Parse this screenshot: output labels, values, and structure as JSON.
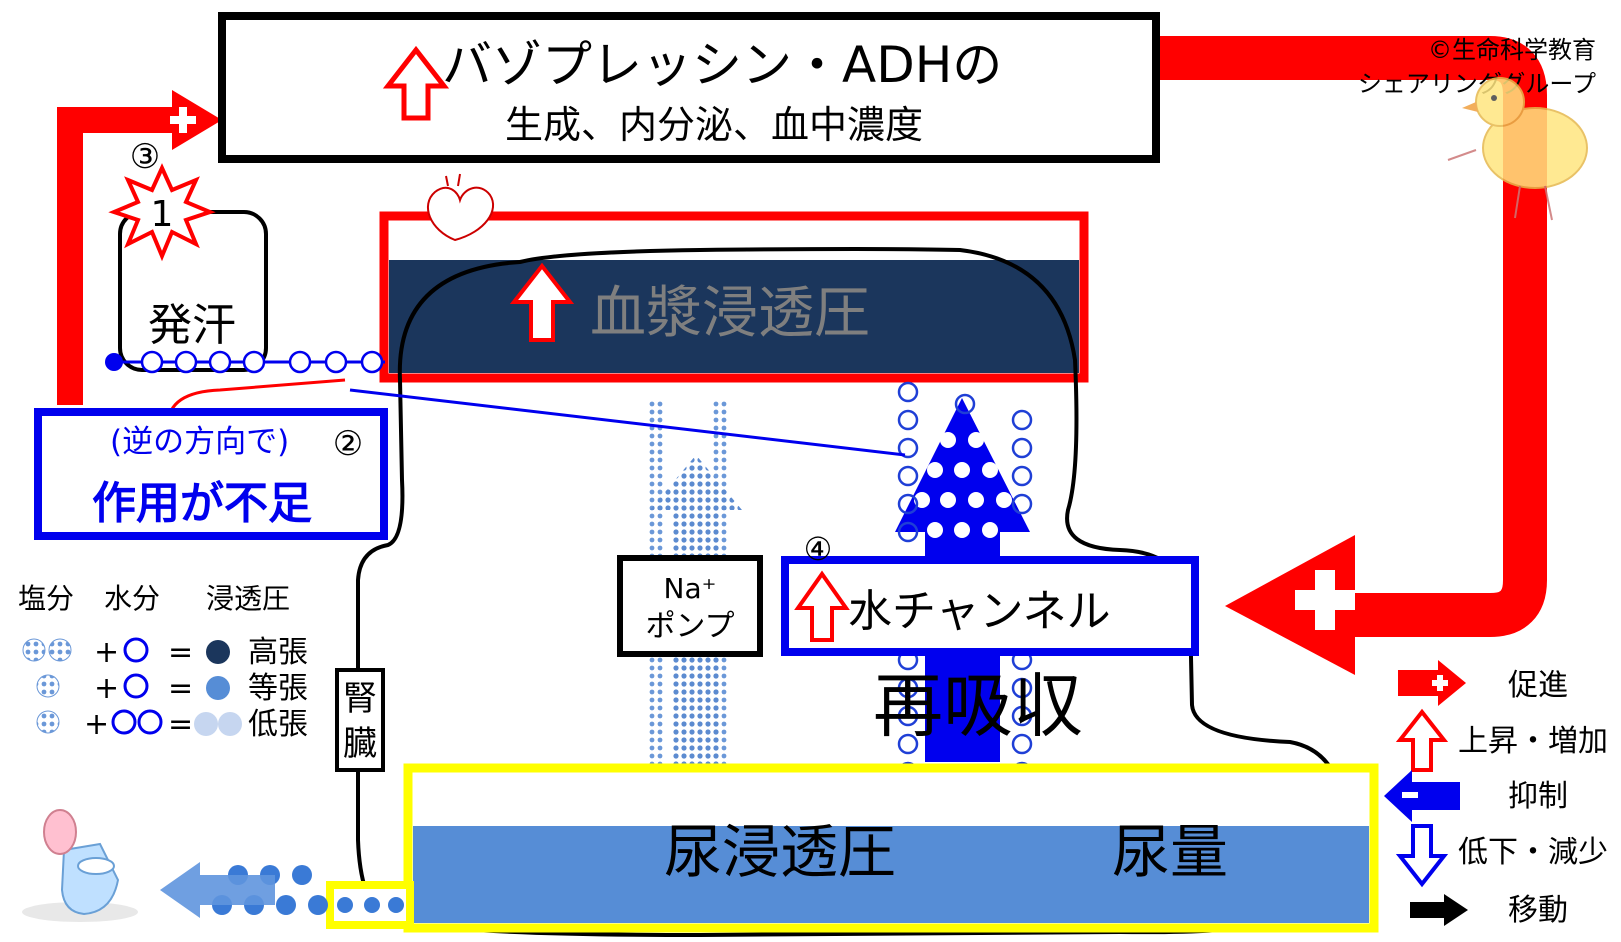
{
  "header": {
    "title": "バゾプレッシン・ADHの",
    "subtitle": "生成、内分泌、血中濃度"
  },
  "copyright": {
    "line1": "©生命科学教育",
    "line2": "シェアリンググループ"
  },
  "markers": {
    "step1": "1",
    "step2": "②",
    "step3": "③",
    "step4": "④"
  },
  "sweat": {
    "label": "発汗"
  },
  "insufficient": {
    "reverse": "(逆の方向で)",
    "label": "作用が不足"
  },
  "plasma": {
    "label": "血漿浸透圧"
  },
  "pump": {
    "line1": "Na⁺",
    "line2": "ポンプ"
  },
  "aquaporin": {
    "label": "水チャンネル"
  },
  "reabsorption": {
    "label": "再吸収"
  },
  "kidney": {
    "label": "腎臓"
  },
  "urine": {
    "osmotic": "尿浸透圧",
    "volume": "尿量"
  },
  "tonicity_legend": {
    "headers": [
      "塩分",
      "水分",
      "浸透圧"
    ],
    "rows": [
      {
        "plus": "+",
        "equals": "=",
        "label": "高張"
      },
      {
        "plus": "+",
        "equals": "=",
        "label": "等張"
      },
      {
        "plus": "+",
        "equals": "=",
        "label": "低張"
      }
    ]
  },
  "symbol_legend": {
    "promote": "促進",
    "increase": "上昇・増加",
    "inhibit": "抑制",
    "decrease": "低下・減少",
    "move": "移動"
  },
  "colors": {
    "red": "#ff0000",
    "blue": "#0000ee",
    "navy": "#1b365c",
    "urine_blue": "#568dd6",
    "yellow": "#ffff00",
    "gray_text": "#7f7f7f"
  }
}
